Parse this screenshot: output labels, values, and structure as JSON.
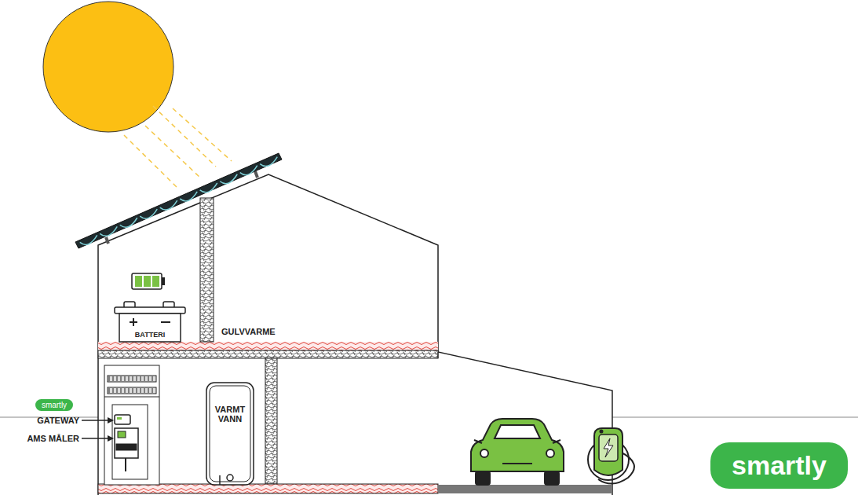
{
  "diagram": {
    "nodes": [
      {
        "text": [
          "BATTERI"
        ]
      },
      {
        "text": [
          "VARMT VANN"
        ]
      },
      {
        "text": [
          "smartly"
        ]
      },
      {
        "text": [
          "smartly"
        ]
      }
    ],
    "edges": [],
    "labels": [
      "GULVVARME",
      "GATEWAY",
      "AMS MÅLER"
    ]
  }
}
